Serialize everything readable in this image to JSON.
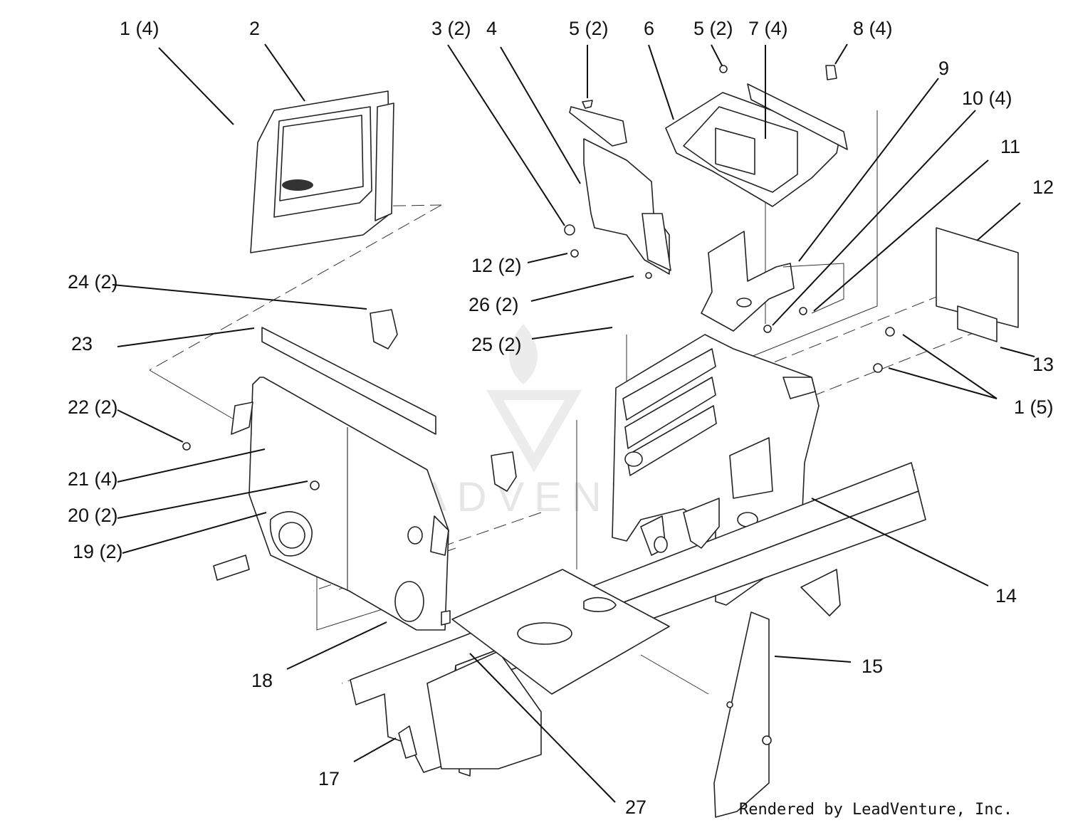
{
  "callouts": [
    {
      "text": "1 (4)"
    },
    {
      "text": "2"
    },
    {
      "text": "3 (2)"
    },
    {
      "text": "4"
    },
    {
      "text": "5 (2)"
    },
    {
      "text": "6"
    },
    {
      "text": "5 (2)"
    },
    {
      "text": "7 (4)"
    },
    {
      "text": "8 (4)"
    },
    {
      "text": "9"
    },
    {
      "text": "10 (4)"
    },
    {
      "text": "11"
    },
    {
      "text": "12"
    },
    {
      "text": "12 (2)"
    },
    {
      "text": "26 (2)"
    },
    {
      "text": "25 (2)"
    },
    {
      "text": "24 (2)"
    },
    {
      "text": "23"
    },
    {
      "text": "22 (2)"
    },
    {
      "text": "21 (4)"
    },
    {
      "text": "20 (2)"
    },
    {
      "text": "19 (2)"
    },
    {
      "text": "13"
    },
    {
      "text": "1 (5)"
    },
    {
      "text": "14"
    },
    {
      "text": "15"
    },
    {
      "text": "18"
    },
    {
      "text": "17"
    },
    {
      "text": "27"
    }
  ],
  "watermark": "LEADVENTURE",
  "credit": "Rendered by LeadVenture, Inc."
}
